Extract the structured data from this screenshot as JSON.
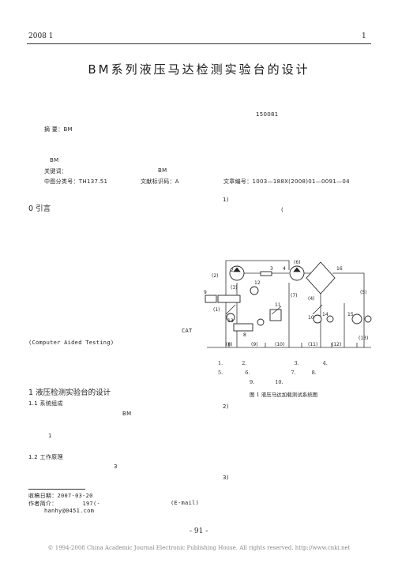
{
  "header": {
    "left": "2008    1",
    "right": "1"
  },
  "title": "BM系列液压马达检测实验台的设计",
  "postcode": "150081",
  "abstract": {
    "label": "摘  要：",
    "text": "BM",
    "line2": "BM"
  },
  "keywords": {
    "label": "关键词：",
    "text": "BM"
  },
  "classification": {
    "clc": "中图分类号：TH137.51",
    "doc_code": "文献标识码：A",
    "article_no": "文章编号：1003—188X(2008)01—0091—04"
  },
  "intro": {
    "heading": "0  引言",
    "cat": "CAT",
    "cat_full": "(Computer Aided Testing)"
  },
  "section1": {
    "heading": "1  液压检测实验台的设计",
    "sub1": "1.1  系统组成",
    "sub1_bm": "BM",
    "sub1_num": "1",
    "sub2": "1.2  工作原理",
    "sub2_num": "3"
  },
  "footnote": {
    "received": "收稿日期：2007-03-20",
    "author_label": "作者简介：",
    "author_year": "197(-",
    "email_label": "(E-mail)",
    "email": "hanhy@0451.com"
  },
  "right_col": {
    "item1": "1)",
    "paren": "(",
    "item2": "2)",
    "item3": "3)"
  },
  "figure": {
    "caption": "图 1   液压马达加载测试系统图",
    "legend_row1": [
      "1.",
      "2.",
      "3.",
      "4."
    ],
    "legend_row2": [
      "5.",
      "6.",
      "7.",
      "8."
    ],
    "legend_row3": [
      "9.",
      "10."
    ],
    "labels": [
      "(2)",
      "2",
      "3",
      "4",
      "(6)",
      "16",
      "12",
      "(3)",
      "9",
      "(1)",
      "(7)",
      "(4)",
      "11",
      "13",
      "10",
      "14",
      "15",
      "(5)",
      "(13)",
      "8",
      "(8)",
      "(9)",
      "(10)",
      "(11)",
      "(12)"
    ]
  },
  "page_number": "- 91 -",
  "copyright": "© 1994-2008 China Academic Journal Electronic Publishing House. All rights reserved.    http://www.cnki.net"
}
